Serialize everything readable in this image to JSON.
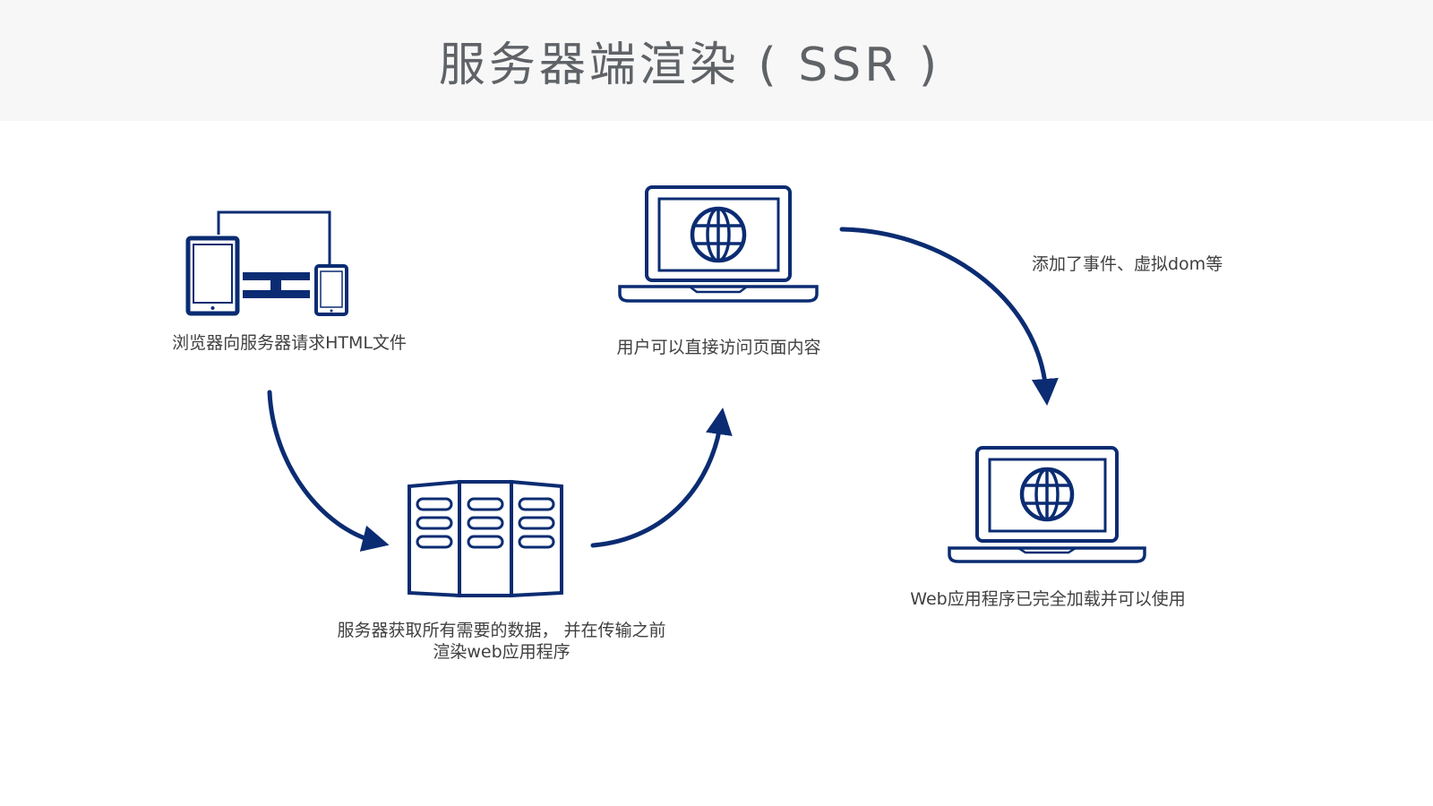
{
  "title": "服务器端渲染 ( SSR )",
  "colors": {
    "accent": "#0b2c72",
    "header_bg": "#f7f7f7",
    "title_text": "#5f6367",
    "label_text": "#404040"
  },
  "steps": {
    "browser_request": "浏览器向服务器请求HTML文件",
    "server_render_line1": "服务器获取所有需要的数据，  并在传输之前",
    "server_render_line2": "渲染web应用程序",
    "user_access": "用户可以直接访问页面内容",
    "app_ready": "Web应用程序已完全加载并可以使用"
  },
  "arrow_labels": {
    "hydrate": "添加了事件、虚拟dom等"
  },
  "icons": {
    "devices": "devices-icon",
    "server": "server-icon",
    "laptop_top": "laptop-globe-icon",
    "laptop_right": "laptop-globe-icon"
  }
}
